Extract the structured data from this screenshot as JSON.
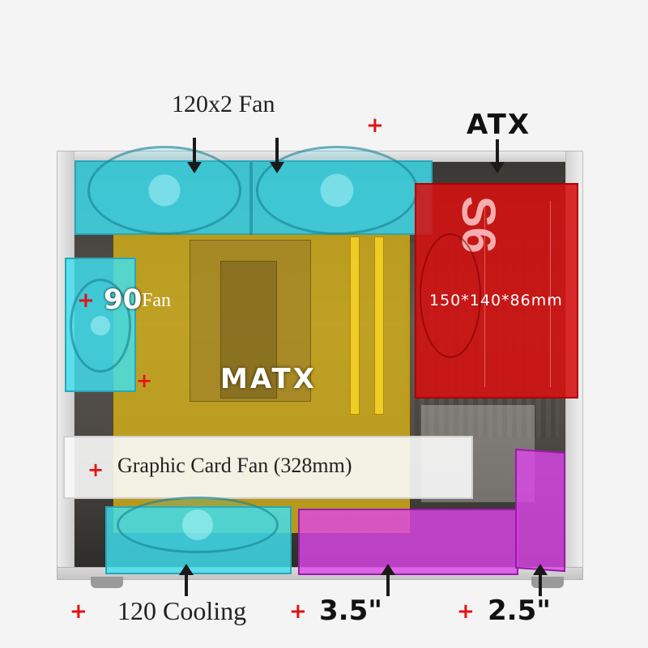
{
  "labels": {
    "top_fans": "120x2 Fan",
    "atx": "ATX",
    "side_fan_num": "90",
    "side_fan_word": "Fan",
    "psu_dims": "150*140*86mm",
    "matx": "MATX",
    "gpu": "Graphic Card Fan (328mm)",
    "bottom_cooling": "120 Cooling",
    "drive_35": "3.5\"",
    "drive_25": "2.5\""
  },
  "plus_sign": "+",
  "psu_brand": "S6",
  "colors": {
    "fan": "#40e0f0",
    "motherboard": "#e6be14",
    "psu": "#d61010",
    "drive": "#de46eb",
    "gpu": "#fafafa",
    "plus": "#e01414"
  }
}
